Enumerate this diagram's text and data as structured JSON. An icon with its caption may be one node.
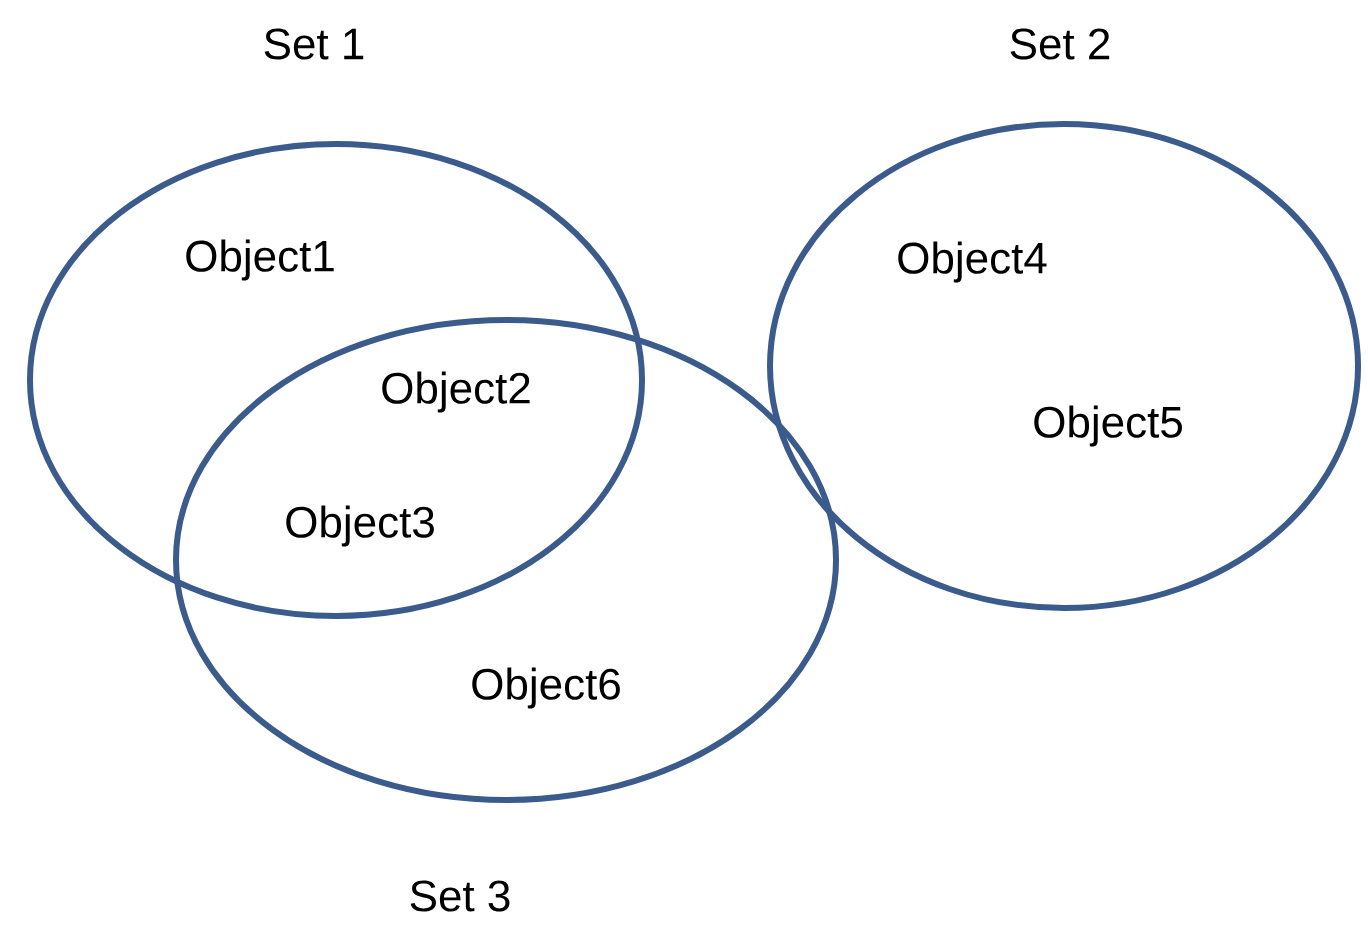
{
  "diagram": {
    "nodes": [
      {
        "text": [
          "Set 1",
          "Object1"
        ]
      },
      {
        "text": [
          "Set 2",
          "Object4",
          "Object5"
        ]
      },
      {
        "text": [
          "Object6",
          "Set 3"
        ]
      }
    ],
    "labels": [
      "Object2",
      "Object3"
    ]
  }
}
